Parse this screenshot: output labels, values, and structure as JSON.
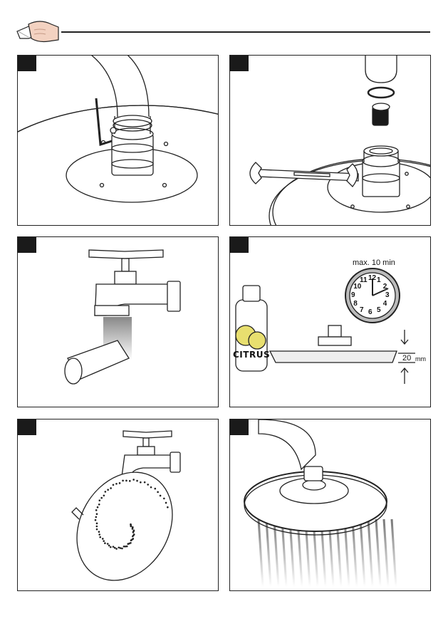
{
  "header": {
    "icon": "cleaning-hand-icon"
  },
  "panels": [
    {
      "icon": "shower-arm-hex-key-icon"
    },
    {
      "icon": "wrench-connector-icon"
    },
    {
      "icon": "faucet-filter-rinse-icon"
    },
    {
      "icon": "citrus-soak-icon",
      "timer_label": "max. 10 min",
      "clock_numbers": [
        "12",
        "1",
        "2",
        "3",
        "4",
        "5",
        "6",
        "7",
        "8",
        "9",
        "10",
        "11"
      ],
      "bottle_label": "CITRUS",
      "depth_value": "20",
      "depth_unit": "mm"
    },
    {
      "icon": "faucet-showerhead-rinse-icon"
    },
    {
      "icon": "showerhead-spray-icon"
    }
  ]
}
